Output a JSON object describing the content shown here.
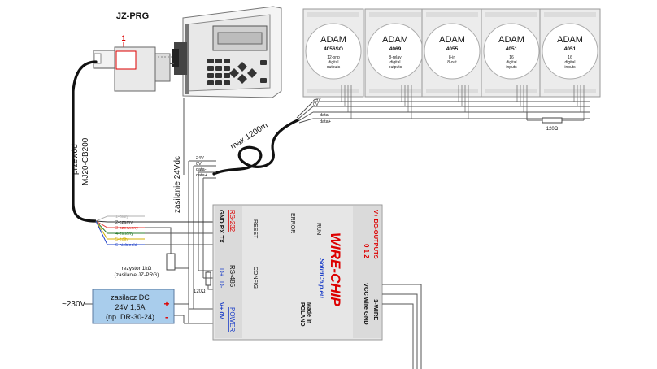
{
  "programmer": {
    "title": "JZ-PRG",
    "marker": "1"
  },
  "cable": {
    "label_line1": "przewód",
    "label_line2": "MJ20-CB200"
  },
  "supply_label": "zasilanie 24Vdc",
  "max_distance": "max 1200m",
  "bus_labels": [
    "24V",
    "0V",
    "data-",
    "data+"
  ],
  "adam_modules": [
    {
      "brand": "ADAM",
      "model": "4056SO",
      "desc": [
        "12-pnp",
        "digital",
        "outputs"
      ]
    },
    {
      "brand": "ADAM",
      "model": "4069",
      "desc": [
        "8-relay",
        "digital",
        "outputs"
      ]
    },
    {
      "brand": "ADAM",
      "model": "4055",
      "desc": [
        "8-in",
        "8-out"
      ]
    },
    {
      "brand": "ADAM",
      "model": "4051",
      "desc": [
        "16",
        "digital",
        "inputs"
      ]
    },
    {
      "brand": "ADAM",
      "model": "4051",
      "desc": [
        "16",
        "digital",
        "inputs"
      ]
    }
  ],
  "terminator_right": "120Ω",
  "terminator_left": "120Ω",
  "wire_colors": [
    {
      "label": "1-biały",
      "color": "#b0b0b0"
    },
    {
      "label": "2-czarny",
      "color": "#333333"
    },
    {
      "label": "3-czerwony",
      "color": "#e53935"
    },
    {
      "label": "4-zielony",
      "color": "#2e7d32"
    },
    {
      "label": "5-żółty",
      "color": "#d4b000"
    },
    {
      "label": "6-niebieski",
      "color": "#1e40c8"
    }
  ],
  "resistor_note": [
    "rezystor 1kΩ",
    "(zasilanie JZ-PRG)"
  ],
  "mains_label": "~230V",
  "psu": {
    "line1": "zasilacz DC",
    "line2": "24V 1,5A",
    "line3": "(np. DR-30-24)",
    "plus": "+",
    "minus": "-"
  },
  "wirechip": {
    "brand": "WIRE-CHIP",
    "site": "SolidChip.eu",
    "made_in": [
      "Made in",
      "POLAND"
    ],
    "leds": [
      "RESET",
      "ERROR",
      "RUN"
    ],
    "config": "CONFIG",
    "rs232": {
      "title": "RS-232",
      "pins": "GND  RX  TX"
    },
    "rs485": {
      "title": "RS-485",
      "pins": [
        "D+",
        "D-"
      ]
    },
    "power": {
      "title": "POWER",
      "pins": "V+  0V"
    },
    "dc_outputs": {
      "title": "V+  DC-OUTPUTS",
      "pins": "0   1   2"
    },
    "onewire": {
      "title": "1-WIRE",
      "pins": "VCC  wire  GND"
    }
  }
}
